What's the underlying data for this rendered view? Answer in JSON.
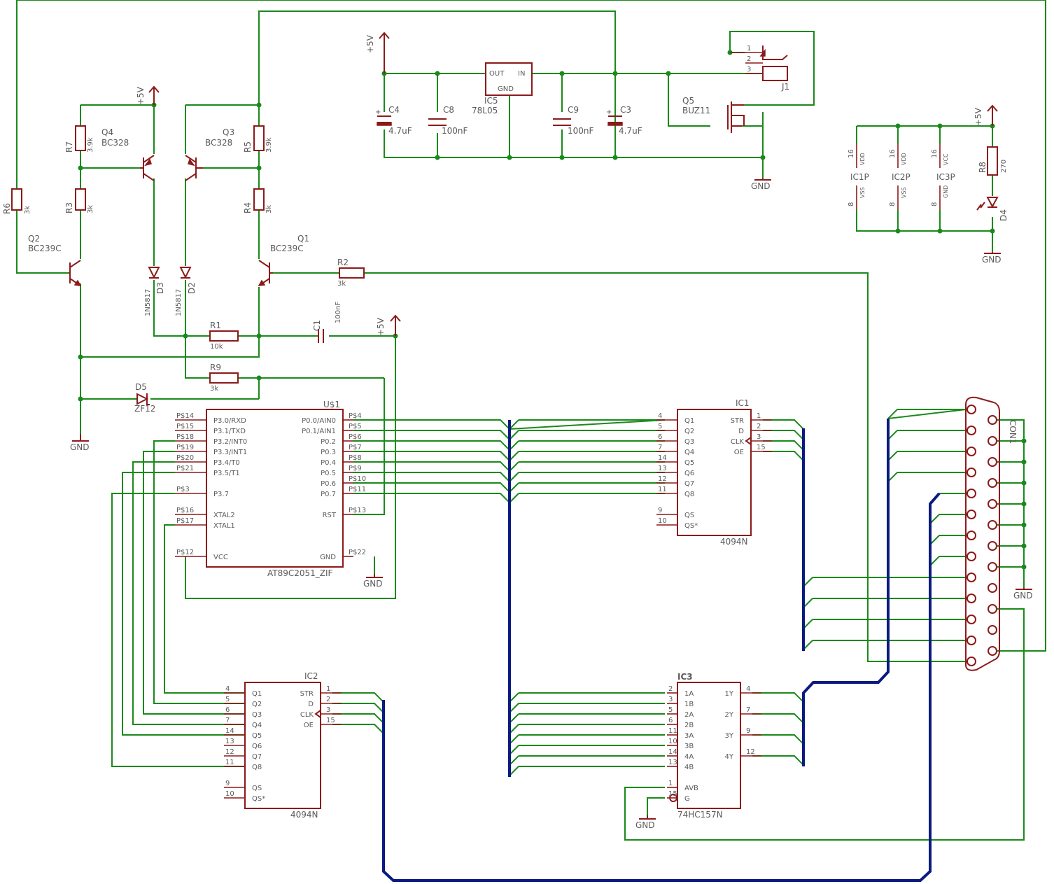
{
  "components": {
    "r6": {
      "ref": "R6",
      "val": "3k"
    },
    "r7": {
      "ref": "R7",
      "val": "3.9k"
    },
    "r3": {
      "ref": "R3",
      "val": "3k"
    },
    "r5": {
      "ref": "R5",
      "val": "3.9k"
    },
    "r4": {
      "ref": "R4",
      "val": "3k"
    },
    "r1": {
      "ref": "R1",
      "val": "10k"
    },
    "r9": {
      "ref": "R9",
      "val": "3k"
    },
    "r2": {
      "ref": "R2",
      "val": "3k"
    },
    "r8": {
      "ref": "R8",
      "val": "270"
    },
    "q1": {
      "ref": "Q1",
      "val": "BC239C"
    },
    "q2": {
      "ref": "Q2",
      "val": "BC239C"
    },
    "q3": {
      "ref": "Q3",
      "val": "BC328"
    },
    "q4": {
      "ref": "Q4",
      "val": "BC328"
    },
    "q5": {
      "ref": "Q5",
      "val": "BUZ11"
    },
    "d2": {
      "ref": "D2",
      "val": "1N5817"
    },
    "d3": {
      "ref": "D3",
      "val": "1N5817"
    },
    "d4": {
      "ref": "D4"
    },
    "d5": {
      "ref": "D5",
      "val": "ZF12"
    },
    "c1": {
      "ref": "C1",
      "val": "100nF"
    },
    "c3": {
      "ref": "C3",
      "val": "4.7uF"
    },
    "c4": {
      "ref": "C4",
      "val": "4.7uF"
    },
    "c8": {
      "ref": "C8",
      "val": "100nF"
    },
    "c9": {
      "ref": "C9",
      "val": "100nF"
    },
    "ic5": {
      "ref": "IC5",
      "val": "78L05",
      "out": "OUT",
      "in": "IN",
      "gnd": "GND"
    },
    "j1": {
      "ref": "J1",
      "pins": [
        "1",
        "2",
        "3"
      ]
    },
    "con1": {
      "ref": "CON1"
    },
    "u1": {
      "ref": "U$1",
      "val": "AT89C2051_ZIF",
      "left": [
        {
          "pad": "P$14",
          "name": "P3.0/RXD"
        },
        {
          "pad": "P$15",
          "name": "P3.1/TXD"
        },
        {
          "pad": "P$18",
          "name": "P3.2/INT0"
        },
        {
          "pad": "P$19",
          "name": "P3.3/INT1"
        },
        {
          "pad": "P$20",
          "name": "P3.4/T0"
        },
        {
          "pad": "P$21",
          "name": "P3.5/T1"
        },
        {
          "pad": "P$3",
          "name": "P3.7"
        },
        {
          "pad": "P$16",
          "name": "XTAL2"
        },
        {
          "pad": "P$17",
          "name": "XTAL1"
        },
        {
          "pad": "P$12",
          "name": "VCC"
        }
      ],
      "right": [
        {
          "pad": "P$4",
          "name": "P0.0/AIN0"
        },
        {
          "pad": "P$5",
          "name": "P0.1/AIN1"
        },
        {
          "pad": "P$6",
          "name": "P0.2"
        },
        {
          "pad": "P$7",
          "name": "P0.3"
        },
        {
          "pad": "P$8",
          "name": "P0.4"
        },
        {
          "pad": "P$9",
          "name": "P0.5"
        },
        {
          "pad": "P$10",
          "name": "P0.6"
        },
        {
          "pad": "P$11",
          "name": "P0.7"
        },
        {
          "pad": "P$13",
          "name": "RST"
        },
        {
          "pad": "P$22",
          "name": "GND"
        }
      ]
    },
    "ic1": {
      "ref": "IC1",
      "val": "4094N",
      "left": [
        {
          "pad": "4",
          "name": "Q1"
        },
        {
          "pad": "5",
          "name": "Q2"
        },
        {
          "pad": "6",
          "name": "Q3"
        },
        {
          "pad": "7",
          "name": "Q4"
        },
        {
          "pad": "14",
          "name": "Q5"
        },
        {
          "pad": "13",
          "name": "Q6"
        },
        {
          "pad": "12",
          "name": "Q7"
        },
        {
          "pad": "11",
          "name": "Q8"
        },
        {
          "pad": "9",
          "name": "QS"
        },
        {
          "pad": "10",
          "name": "QS*"
        }
      ],
      "right": [
        {
          "pad": "1",
          "name": "STR"
        },
        {
          "pad": "2",
          "name": "D"
        },
        {
          "pad": "3",
          "name": "CLK"
        },
        {
          "pad": "15",
          "name": "OE"
        }
      ]
    },
    "ic2": {
      "ref": "IC2",
      "val": "4094N",
      "left": [
        {
          "pad": "4",
          "name": "Q1"
        },
        {
          "pad": "5",
          "name": "Q2"
        },
        {
          "pad": "6",
          "name": "Q3"
        },
        {
          "pad": "7",
          "name": "Q4"
        },
        {
          "pad": "14",
          "name": "Q5"
        },
        {
          "pad": "13",
          "name": "Q6"
        },
        {
          "pad": "12",
          "name": "Q7"
        },
        {
          "pad": "11",
          "name": "Q8"
        },
        {
          "pad": "9",
          "name": "QS"
        },
        {
          "pad": "10",
          "name": "QS*"
        }
      ],
      "right": [
        {
          "pad": "1",
          "name": "STR"
        },
        {
          "pad": "2",
          "name": "D"
        },
        {
          "pad": "3",
          "name": "CLK"
        },
        {
          "pad": "15",
          "name": "OE"
        }
      ]
    },
    "ic3": {
      "ref": "IC3",
      "val": "74HC157N",
      "left": [
        {
          "pad": "2",
          "name": "1A"
        },
        {
          "pad": "3",
          "name": "1B"
        },
        {
          "pad": "5",
          "name": "2A"
        },
        {
          "pad": "6",
          "name": "2B"
        },
        {
          "pad": "11",
          "name": "3A"
        },
        {
          "pad": "10",
          "name": "3B"
        },
        {
          "pad": "14",
          "name": "4A"
        },
        {
          "pad": "13",
          "name": "4B"
        },
        {
          "pad": "1",
          "name": "AVB"
        },
        {
          "pad": "15",
          "name": "G"
        }
      ],
      "right": [
        {
          "pad": "4",
          "name": "1Y"
        },
        {
          "pad": "7",
          "name": "2Y"
        },
        {
          "pad": "9",
          "name": "3Y"
        },
        {
          "pad": "12",
          "name": "4Y"
        }
      ]
    },
    "power": [
      {
        "ref": "IC1P",
        "top_pin": "16",
        "top_name": "VDD",
        "bot_pin": "8",
        "bot_name": "VSS"
      },
      {
        "ref": "IC2P",
        "top_pin": "16",
        "top_name": "VDD",
        "bot_pin": "8",
        "bot_name": "VSS"
      },
      {
        "ref": "IC3P",
        "top_pin": "16",
        "top_name": "VCC",
        "bot_pin": "8",
        "bot_name": "GND"
      }
    ]
  },
  "supply": {
    "vcc": "+5V",
    "gnd": "GND"
  },
  "colors": {
    "symbol": "#8c1a1a",
    "wire": "#1a8a1a",
    "bus": "#0a1a80",
    "text": "#5a5a5a"
  }
}
